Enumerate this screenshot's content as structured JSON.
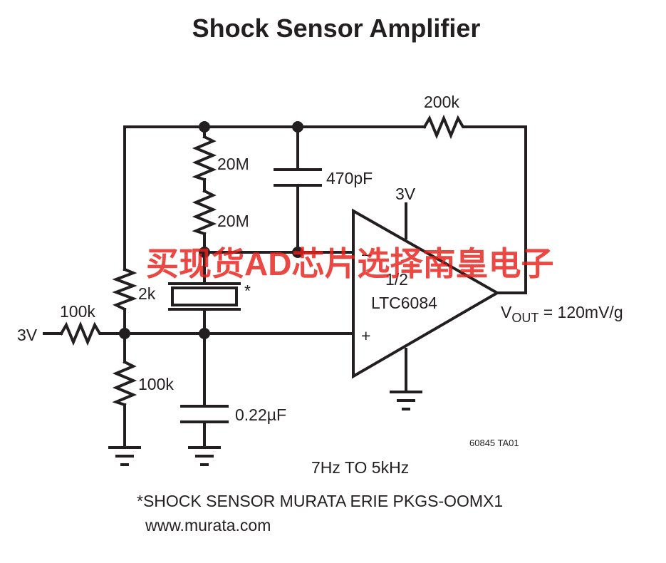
{
  "title": "Shock Sensor Amplifier",
  "watermark": "买现货AD芯片选择南皇电子",
  "components": {
    "r_feedback": "200k",
    "r_bias_top": "20M",
    "r_bias_bottom": "20M",
    "c_feedback": "470pF",
    "r_series": "2k",
    "r_input": "100k",
    "r_divider": "100k",
    "c_bypass": "0.22µF",
    "sensor_mark": "*"
  },
  "supply": {
    "opamp": "3V",
    "divider": "3V"
  },
  "opamp": {
    "fraction": "1/2",
    "part": "LTC6084",
    "inverting": "–",
    "noninverting": "+"
  },
  "output": {
    "prefix": "V",
    "subscript": "OUT",
    "value": " = 120mV/g"
  },
  "figure_id": "60845 TA01",
  "bandwidth": "7Hz TO 5kHz",
  "footnote": {
    "line1": "*SHOCK SENSOR MURATA ERIE PKGS-OOMX1",
    "line2": "www.murata.com"
  },
  "colors": {
    "line": "#231f20",
    "watermark": "#e8201a"
  }
}
